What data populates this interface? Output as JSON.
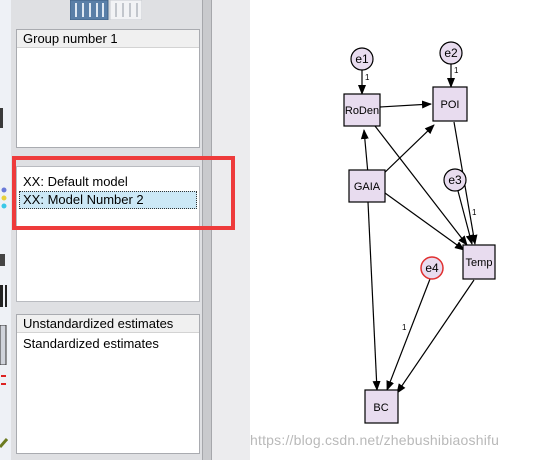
{
  "groups_panel": {
    "items": [
      "Group number 1"
    ]
  },
  "models_panel": {
    "items": [
      "XX: Default model",
      "XX: Model Number 2"
    ],
    "selected_index": 1
  },
  "estimates_panel": {
    "items": [
      "Unstandardized estimates",
      "Standardized estimates"
    ],
    "selected_index": 0
  },
  "diagram": {
    "observed": [
      "RoDen",
      "POI",
      "GAIA",
      "Temp",
      "BC"
    ],
    "errors": [
      "e1",
      "e2",
      "e3",
      "e4"
    ],
    "path_labels": [
      "1",
      "1",
      "1",
      "1"
    ]
  },
  "watermark": "https://blog.csdn.net/zhebushibiaoshifu",
  "colors": {
    "highlight": "#ee3b3b",
    "node_fill": "#e8dcef",
    "selected_error": "#e03030"
  }
}
